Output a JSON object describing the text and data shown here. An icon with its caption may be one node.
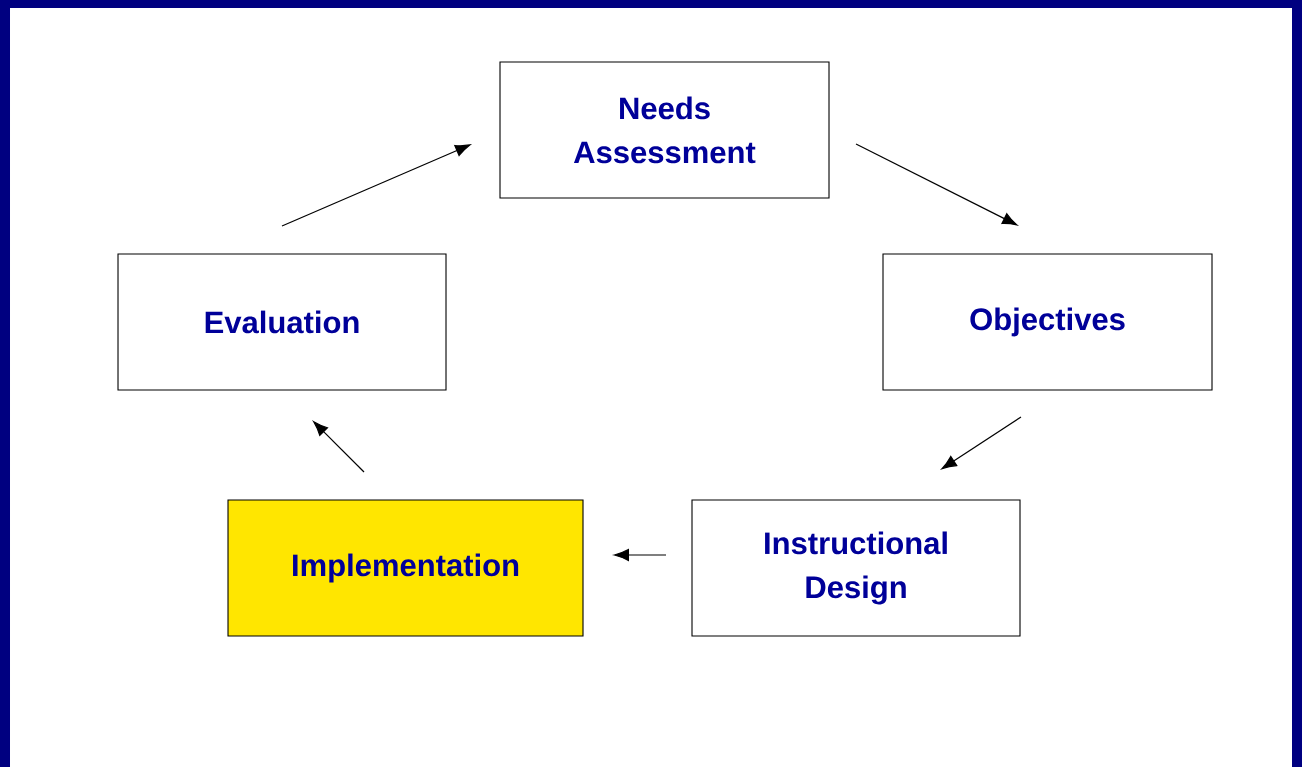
{
  "diagram": {
    "nodes": [
      {
        "text": [
          "Needs Assessment"
        ]
      },
      {
        "text": [
          "Objectives"
        ]
      },
      {
        "text": [
          "Instructional Design"
        ]
      },
      {
        "text": [
          "Implementation"
        ]
      },
      {
        "text": [
          "Evaluation"
        ]
      }
    ],
    "edges": [
      {
        "from": 0,
        "to": 1,
        "arrow": "to"
      },
      {
        "from": 1,
        "to": 2,
        "arrow": "to"
      },
      {
        "from": 2,
        "to": 3,
        "arrow": "to"
      },
      {
        "from": 3,
        "to": 4,
        "arrow": "to"
      },
      {
        "from": 4,
        "to": 0,
        "arrow": "to"
      }
    ]
  }
}
